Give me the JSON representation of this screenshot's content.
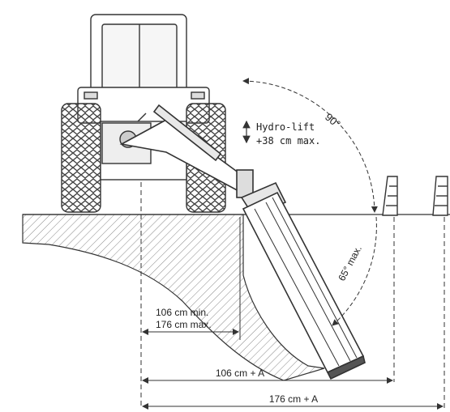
{
  "annotations": {
    "hydro_lift_line1": "Hydro-lift",
    "hydro_lift_line2": "+38 cm max.",
    "angle_90": "90°",
    "angle_65": "65° max.",
    "offset_min": "106 cm min.",
    "offset_max": "176 cm max.",
    "reach_1": "106 cm + A",
    "reach_2": "176 cm + A"
  },
  "colors": {
    "line": "#333333",
    "hatch": "#777777",
    "background": "#ffffff"
  }
}
